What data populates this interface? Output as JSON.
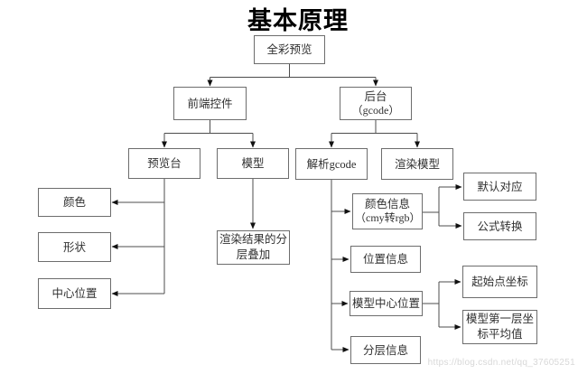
{
  "title": "基本原理",
  "watermark": "https://blog.csdn.net/qq_37605251",
  "colors": {
    "line": "#4d4d4d",
    "arrow": "#111111",
    "box_border": "#6d6d6d",
    "text": "#303030",
    "title": "#000000",
    "watermark": "#d8d8d8"
  },
  "nodes": {
    "full_color_preview": {
      "label": "全彩预览"
    },
    "frontend_controls": {
      "label": "前端控件"
    },
    "backend_gcode": {
      "label": "后台",
      "sublabel": "（gcode）"
    },
    "preview_stage": {
      "label": "预览台"
    },
    "model": {
      "label": "模型"
    },
    "parse_gcode": {
      "label": "解析gcode"
    },
    "render_model": {
      "label": "渲染模型"
    },
    "color": {
      "label": "颜色"
    },
    "shape": {
      "label": "形状"
    },
    "center_position": {
      "label": "中心位置"
    },
    "render_result_overlay": {
      "label": "渲染结果的分层叠加"
    },
    "color_info": {
      "label": "颜色信息",
      "sublabel": "（cmy转rgb）"
    },
    "position_info": {
      "label": "位置信息"
    },
    "model_center_position": {
      "label": "模型中心位置"
    },
    "layer_info": {
      "label": "分层信息"
    },
    "default_mapping": {
      "label": "默认对应"
    },
    "formula_conversion": {
      "label": "公式转换"
    },
    "start_point_coord": {
      "label": "起始点坐标"
    },
    "model_first_layer_avg": {
      "label": "模型第一层坐标平均值"
    }
  },
  "edges": [
    {
      "from": "full_color_preview",
      "to": [
        "frontend_controls",
        "backend_gcode"
      ]
    },
    {
      "from": "frontend_controls",
      "to": [
        "preview_stage",
        "model"
      ]
    },
    {
      "from": "backend_gcode",
      "to": [
        "parse_gcode",
        "render_model"
      ]
    },
    {
      "from": "preview_stage",
      "to": [
        "color",
        "shape",
        "center_position"
      ]
    },
    {
      "from": "model",
      "to": [
        "render_result_overlay"
      ]
    },
    {
      "from": "parse_gcode",
      "to": [
        "color_info",
        "position_info",
        "model_center_position",
        "layer_info"
      ]
    },
    {
      "from": "color_info",
      "to": [
        "default_mapping",
        "formula_conversion"
      ]
    },
    {
      "from": "model_center_position",
      "to": [
        "start_point_coord",
        "model_first_layer_avg"
      ]
    }
  ]
}
